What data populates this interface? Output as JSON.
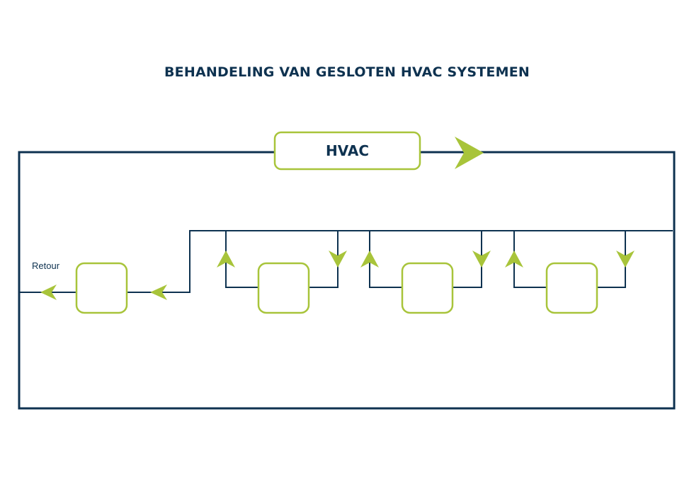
{
  "diagram": {
    "title": "BEHANDELING VAN GESLOTEN HVAC SYSTEMEN",
    "hvac_label": "HVAC",
    "return_label": "Retour",
    "colors": {
      "line": "#0e3250",
      "accent": "#a8c43a",
      "background": "#ffffff"
    }
  }
}
